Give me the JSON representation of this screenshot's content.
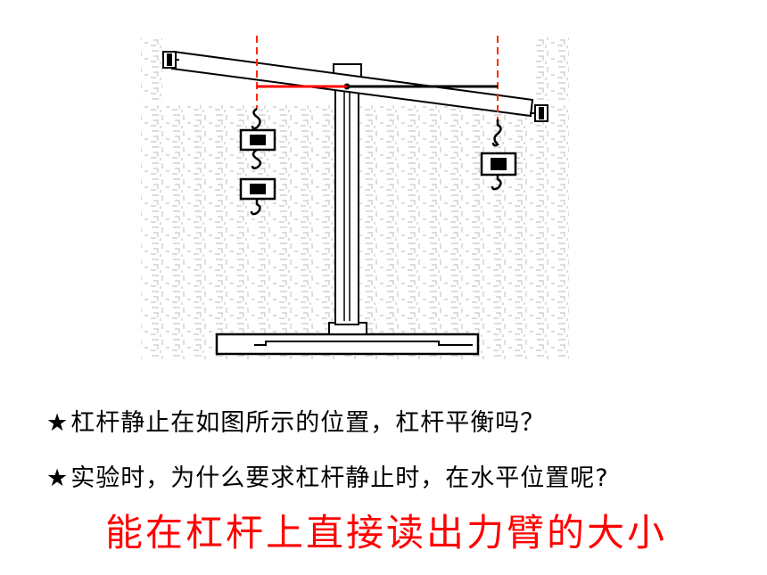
{
  "diagram": {
    "description_free": true,
    "colors": {
      "dashed_line": "#ff2a00",
      "arm_red": "#ff0000",
      "arm_black": "#000000",
      "background_noise": "#c8c8c8"
    },
    "icons": [
      "lever-beam",
      "stand-pillar",
      "base-plate",
      "hook-weight",
      "end-knob"
    ]
  },
  "questions": [
    {
      "star": "★",
      "text": "杠杆静止在如图所示的位置，杠杆平衡吗？"
    },
    {
      "star": "★",
      "text": "实验时，为什么要求杠杆静止时，在水平位置呢?"
    }
  ],
  "answer": "能在杠杆上直接读出力臂的大小"
}
